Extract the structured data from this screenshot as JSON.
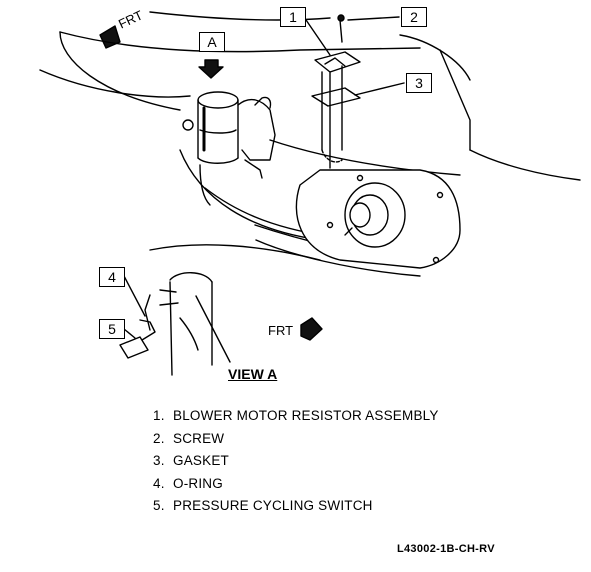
{
  "diagram": {
    "frt_top": "FRT",
    "frt_mid": "FRT",
    "view_tag": "A",
    "view_label": "VIEW A",
    "callouts": [
      "1",
      "2",
      "3",
      "4",
      "5"
    ],
    "legend": [
      {
        "num": "1.",
        "text": "BLOWER MOTOR RESISTOR ASSEMBLY"
      },
      {
        "num": "2.",
        "text": "SCREW"
      },
      {
        "num": "3.",
        "text": "GASKET"
      },
      {
        "num": "4.",
        "text": "O-RING"
      },
      {
        "num": "5.",
        "text": "PRESSURE CYCLING SWITCH"
      }
    ],
    "figure_code": "L43002-1B-CH-RV"
  }
}
